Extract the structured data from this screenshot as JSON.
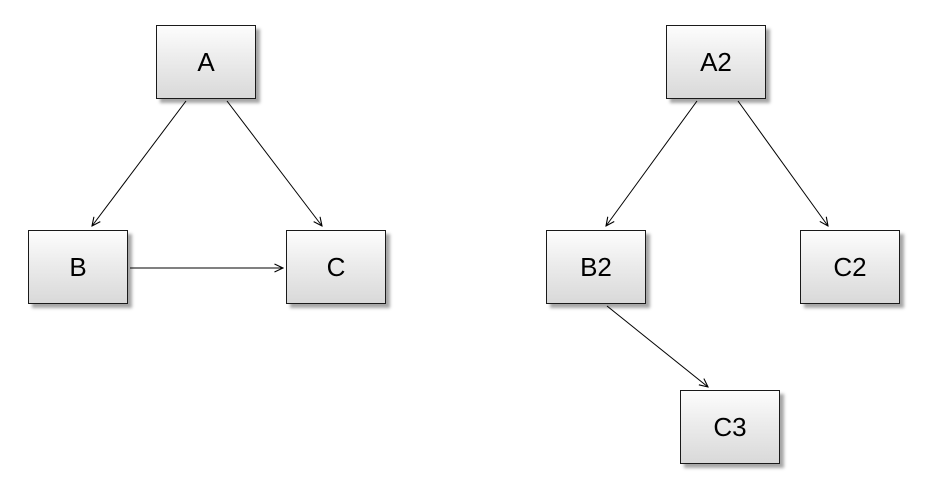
{
  "diagram": {
    "background_color": "#ffffff",
    "node_fill": "#e6e6e6",
    "node_border_color": "#1a1a1a",
    "edge_color": "#000000",
    "graphs": [
      {
        "name": "left-graph",
        "nodes": [
          {
            "id": "A",
            "label": "A"
          },
          {
            "id": "B",
            "label": "B"
          },
          {
            "id": "C",
            "label": "C"
          }
        ],
        "edges": [
          {
            "from": "A",
            "to": "B"
          },
          {
            "from": "A",
            "to": "C"
          },
          {
            "from": "B",
            "to": "C"
          }
        ]
      },
      {
        "name": "right-graph",
        "nodes": [
          {
            "id": "A2",
            "label": "A2"
          },
          {
            "id": "B2",
            "label": "B2"
          },
          {
            "id": "C2",
            "label": "C2"
          },
          {
            "id": "C3",
            "label": "C3"
          }
        ],
        "edges": [
          {
            "from": "A2",
            "to": "B2"
          },
          {
            "from": "A2",
            "to": "C2"
          },
          {
            "from": "B2",
            "to": "C3"
          }
        ]
      }
    ]
  }
}
